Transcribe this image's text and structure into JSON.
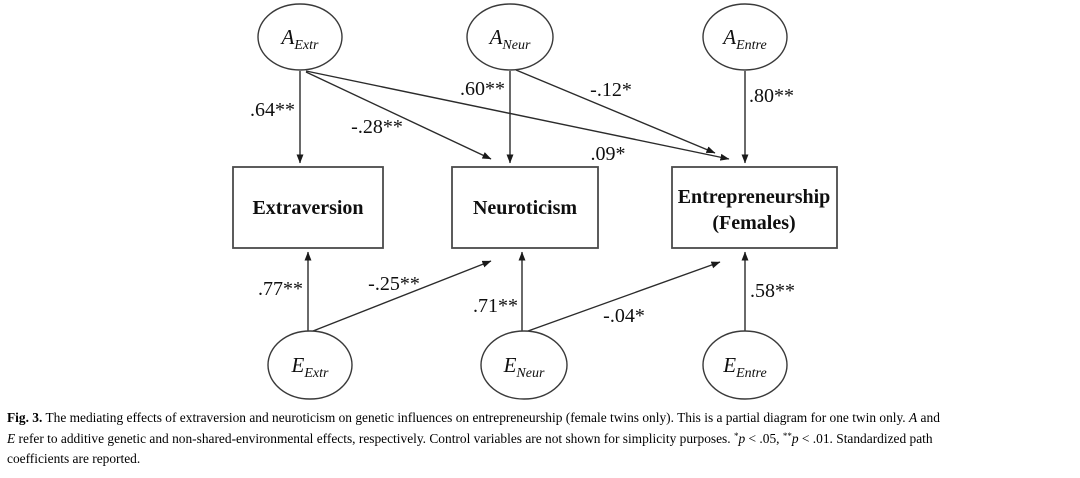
{
  "figure": {
    "caption": {
      "seg1": "Fig. 3.",
      "seg2": " The mediating effects of extraversion and neuroticism on genetic influences on entrepreneurship (female twins only). This is a partial diagram for one twin only. ",
      "seg3": "A",
      "seg4": " and",
      "seg5": "E",
      "seg6": " refer to additive genetic and non-shared-environmental effects, respectively. Control variables are not shown for simplicity purposes. ",
      "seg7": "*",
      "seg8": "p",
      "seg9": " < .05, ",
      "seg10": "**",
      "seg11": "p",
      "seg12": " < .01. Standardized path",
      "seg13": "coefficients are reported."
    }
  },
  "diagram": {
    "type": "structural-equation-path-diagram",
    "nodes": {
      "a_extr": {
        "main": "A",
        "sub": "Extr",
        "shape": "ellipse"
      },
      "a_neur": {
        "main": "A",
        "sub": "Neur",
        "shape": "ellipse"
      },
      "a_entre": {
        "main": "A",
        "sub": "Entre",
        "shape": "ellipse"
      },
      "e_extr": {
        "main": "E",
        "sub": "Extr",
        "shape": "ellipse"
      },
      "e_neur": {
        "main": "E",
        "sub": "Neur",
        "shape": "ellipse"
      },
      "e_entre": {
        "main": "E",
        "sub": "Entre",
        "shape": "ellipse"
      },
      "extraversion": {
        "label": "Extraversion",
        "shape": "rect"
      },
      "neuroticism": {
        "label": "Neuroticism",
        "shape": "rect"
      },
      "entrepreneurship": {
        "line1": "Entrepreneurship",
        "line2": "(Females)",
        "shape": "rect"
      }
    },
    "edges": [
      {
        "from": "A_Extr",
        "to": "Extraversion",
        "coefficient": ".64**"
      },
      {
        "from": "A_Extr",
        "to": "Neuroticism",
        "coefficient": "-.28**"
      },
      {
        "from": "A_Extr",
        "to": "Entrepreneurship (Females)",
        "coefficient": ".09*"
      },
      {
        "from": "A_Neur",
        "to": "Neuroticism",
        "coefficient": ".60**"
      },
      {
        "from": "A_Neur",
        "to": "Entrepreneurship (Females)",
        "coefficient": "-.12*"
      },
      {
        "from": "A_Entre",
        "to": "Entrepreneurship (Females)",
        "coefficient": ".80**"
      },
      {
        "from": "E_Extr",
        "to": "Extraversion",
        "coefficient": ".77**"
      },
      {
        "from": "E_Extr",
        "to": "Neuroticism",
        "coefficient": "-.25**"
      },
      {
        "from": "E_Neur",
        "to": "Neuroticism",
        "coefficient": ".71**"
      },
      {
        "from": "E_Neur",
        "to": "Entrepreneurship (Females)",
        "coefficient": "-.04*"
      },
      {
        "from": "E_Entre",
        "to": "Entrepreneurship (Females)",
        "coefficient": ".58**"
      }
    ],
    "colors": {
      "background": "#ffffff",
      "line": "#2b2b2b",
      "box_border": "#4a4a4a",
      "text": "#0f0f0f"
    }
  }
}
